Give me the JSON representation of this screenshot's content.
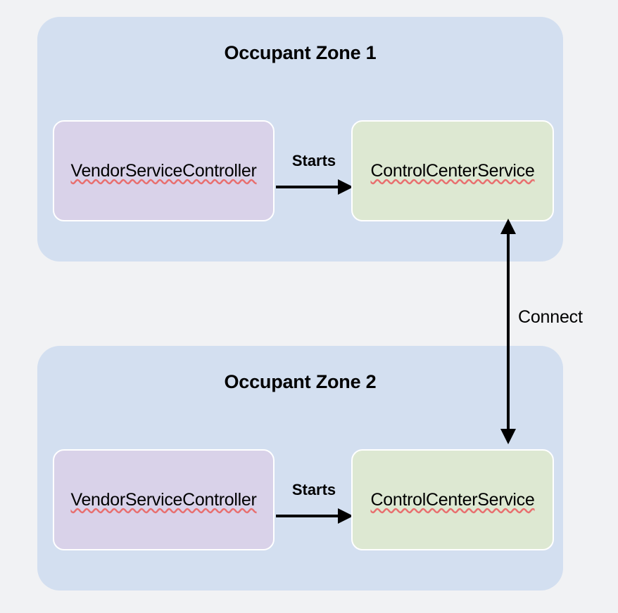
{
  "diagram": {
    "type": "architecture-block-diagram",
    "background_color": "#f1f2f4",
    "zones": [
      {
        "id": "zone-1",
        "title": "Occupant Zone 1",
        "color": "#d3dff0",
        "nodes": [
          {
            "id": "vendor-1",
            "label": "VendorServiceController",
            "color": "#d9d2e9",
            "spellcheck_underline": true
          },
          {
            "id": "control-1",
            "label": "ControlCenterService",
            "color": "#dde8d2",
            "spellcheck_underline": true
          }
        ],
        "edge_label": "Starts"
      },
      {
        "id": "zone-2",
        "title": "Occupant Zone 2",
        "color": "#d3dff0",
        "nodes": [
          {
            "id": "vendor-2",
            "label": "VendorServiceController",
            "color": "#d9d2e9",
            "spellcheck_underline": true
          },
          {
            "id": "control-2",
            "label": "ControlCenterService",
            "color": "#dde8d2",
            "spellcheck_underline": true
          }
        ],
        "edge_label": "Starts"
      }
    ],
    "cross_zone_edge": {
      "label": "Connect",
      "direction": "bidirectional",
      "from": "control-1",
      "to": "control-2",
      "color": "#000000"
    }
  }
}
